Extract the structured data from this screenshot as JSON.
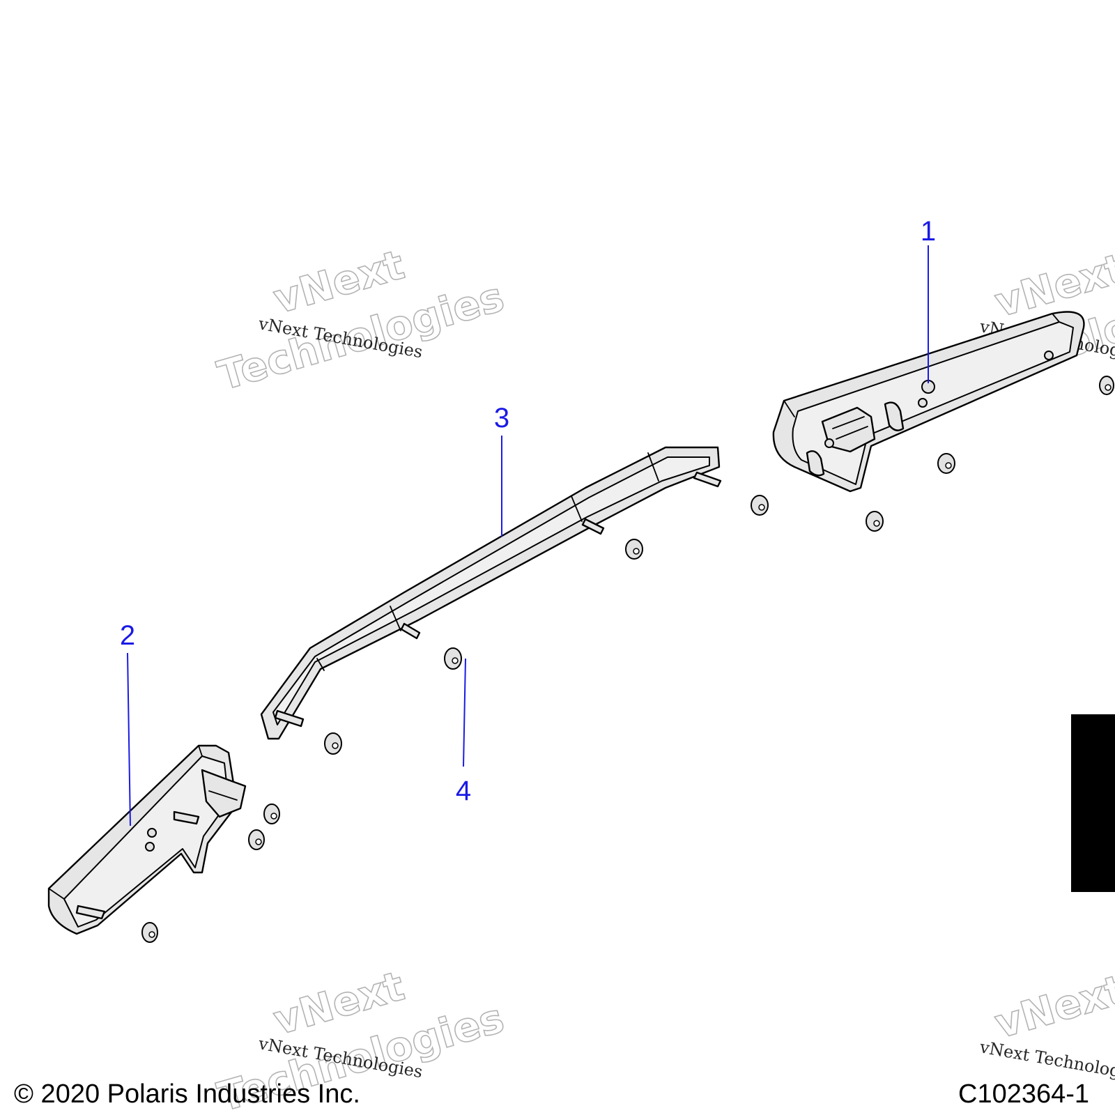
{
  "diagram": {
    "callouts": [
      {
        "label": "1"
      },
      {
        "label": "2"
      },
      {
        "label": "3"
      },
      {
        "label": "4"
      }
    ],
    "watermark": {
      "line": "vNext Technologies",
      "big_top": "vNext",
      "big_bottom": "Technologies"
    },
    "footer": {
      "copyright": "© 2020 Polaris Industries Inc.",
      "part_code": "C102364-1"
    },
    "colors": {
      "callout": "#1a1ae6",
      "part_fill": "#e6e6e6",
      "edge_bar": "#000000"
    }
  }
}
